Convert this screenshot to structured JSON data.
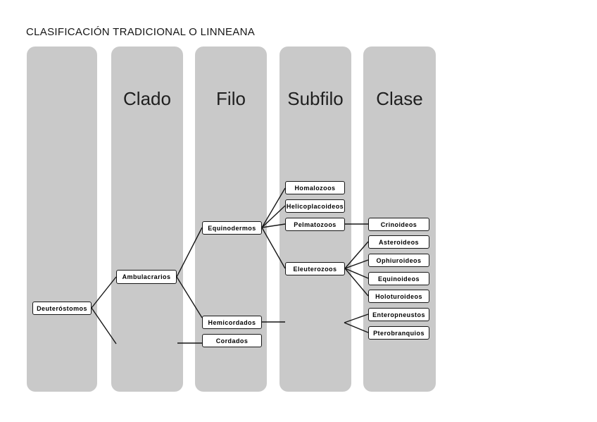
{
  "title": "CLASIFICACIÓN TRADICIONAL O LINNEANA",
  "columns": [
    {
      "label": ""
    },
    {
      "label": "Clado"
    },
    {
      "label": "Filo"
    },
    {
      "label": "Subfilo"
    },
    {
      "label": "Clase"
    }
  ],
  "nodes": [
    {
      "id": "deuterostomos",
      "label": "Deuteróstomos",
      "level": "",
      "parent": null
    },
    {
      "id": "ambulacrarios",
      "label": "Ambulacrarios",
      "level": "Clado",
      "parent": "deuterostomos"
    },
    {
      "id": "equinodermos",
      "label": "Equinodermos",
      "level": "Filo",
      "parent": "ambulacrarios"
    },
    {
      "id": "hemicordados",
      "label": "Hemicordados",
      "level": "Filo",
      "parent": "ambulacrarios"
    },
    {
      "id": "cordados",
      "label": "Cordados",
      "level": "Filo",
      "parent": "deuterostomos"
    },
    {
      "id": "homalozoos",
      "label": "Homalozoos",
      "level": "Subfilo",
      "parent": "equinodermos"
    },
    {
      "id": "helicoplacoideos",
      "label": "Helicoplacoideos",
      "level": "Subfilo",
      "parent": "equinodermos"
    },
    {
      "id": "pelmatozoos",
      "label": "Pelmatozoos",
      "level": "Subfilo",
      "parent": "equinodermos"
    },
    {
      "id": "eleuterozoos",
      "label": "Eleuterozoos",
      "level": "Subfilo",
      "parent": "equinodermos"
    },
    {
      "id": "crinoideos",
      "label": "Crinoideos",
      "level": "Clase",
      "parent": "pelmatozoos"
    },
    {
      "id": "asteroideos",
      "label": "Asteroideos",
      "level": "Clase",
      "parent": "eleuterozoos"
    },
    {
      "id": "ophiuroideos",
      "label": "Ophiuroideos",
      "level": "Clase",
      "parent": "eleuterozoos"
    },
    {
      "id": "equinoideos",
      "label": "Equinoideos",
      "level": "Clase",
      "parent": "eleuterozoos"
    },
    {
      "id": "holoturoideos",
      "label": "Holoturoideos",
      "level": "Clase",
      "parent": "eleuterozoos"
    },
    {
      "id": "enteropneustos",
      "label": "Enteropneustos",
      "level": "Clase",
      "parent": "hemicordados"
    },
    {
      "id": "pterobranquios",
      "label": "Pterobranquios",
      "level": "Clase",
      "parent": "hemicordados"
    }
  ],
  "colors": {
    "background": "#ffffff",
    "column_fill": "#c9c9c9",
    "box_fill": "#ffffff",
    "box_border": "#161616",
    "line": "#161616",
    "text": "#1f1f1f"
  }
}
